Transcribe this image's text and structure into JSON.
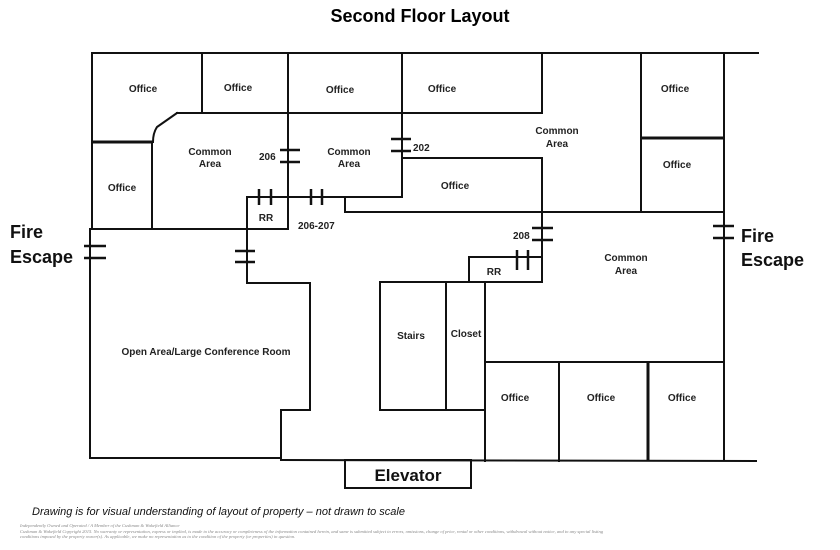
{
  "title": "Second Floor Layout",
  "rooms": {
    "office_top_1": "Office",
    "office_top_2": "Office",
    "office_top_3": "Office",
    "office_top_4": "Office",
    "office_top_right": "Office",
    "office_left": "Office",
    "office_mid": "Office",
    "office_right_mid": "Office",
    "common_1": [
      "Common",
      "Area"
    ],
    "common_2": [
      "Common",
      "Area"
    ],
    "common_3": [
      "Common",
      "Area"
    ],
    "common_4": [
      "Common",
      "Area"
    ],
    "rr_left": "RR",
    "rr_right": "RR",
    "open_area": "Open Area/Large Conference Room",
    "stairs": "Stairs",
    "closet": "Closet",
    "office_bottom_1": "Office",
    "office_bottom_2": "Office",
    "office_bottom_3": "Office",
    "elevator": "Elevator"
  },
  "doors": {
    "d206": "206",
    "d202": "202",
    "d206_207": "206-207",
    "d208": "208"
  },
  "fire_escape_left": [
    "Fire",
    "Escape"
  ],
  "fire_escape_right": [
    "Fire",
    "Escape"
  ],
  "disclaimer": "Drawing is for visual understanding of layout of property – not drawn to scale",
  "legal": [
    "Independently Owned and Operated / A Member of the Cushman & Wakefield Alliance",
    "Cushman & Wakefield Copyright 2015. No warranty or representation, express or implied, is made to the accuracy or completeness of the information contained herein, and same is submitted subject to errors, omissions, change of price, rental or other conditions, withdrawal without notice, and to any special listing",
    "conditions imposed by the property owner(s). As applicable, we make no representation as to the condition of the property (or properties) in question."
  ]
}
